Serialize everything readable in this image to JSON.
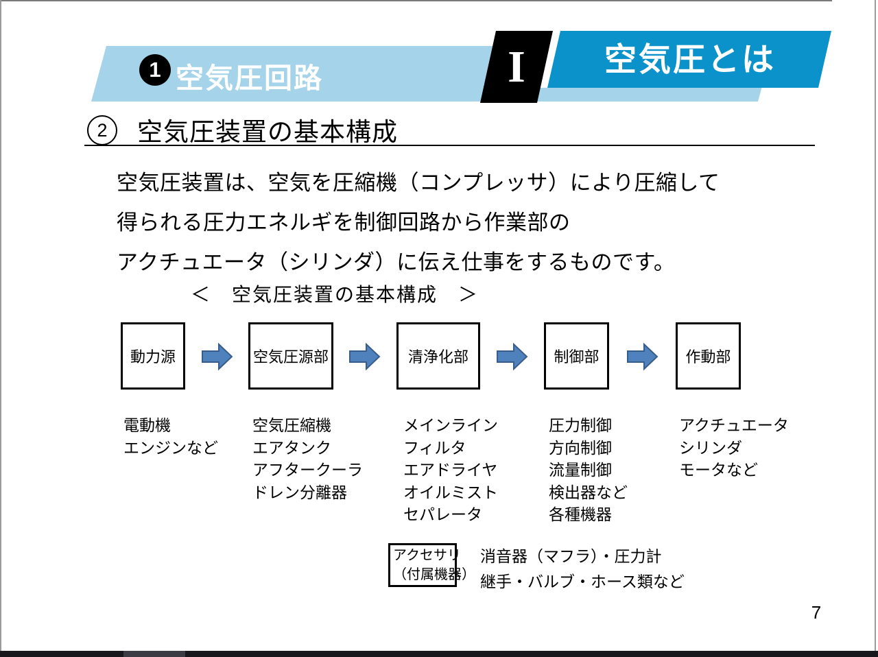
{
  "header": {
    "badge_number": "1",
    "left_title": "空気圧回路",
    "chapter_numeral": "I",
    "right_title": "空気圧とは",
    "colors": {
      "light_blue": "#a5d3e9",
      "dark_blue": "#0b92cb",
      "black": "#000000"
    }
  },
  "section": {
    "number": "2",
    "title": "空気圧装置の基本構成"
  },
  "body": {
    "line1": "空気圧装置は、空気を圧縮機（コンプレッサ）により圧縮して",
    "line2": "得られる圧力エネルギを制御回路から作業部の",
    "line3": "アクチュエータ（シリンダ）に伝え仕事をするものです。"
  },
  "diagram": {
    "caption": "＜　空気圧装置の基本構成　＞",
    "arrow_fill": "#4f81bd",
    "arrow_border": "#385d8a",
    "stages": [
      {
        "box": "動力源",
        "items": [
          "電動機",
          "エンジンなど"
        ]
      },
      {
        "box": "空気圧源部",
        "items": [
          "空気圧縮機",
          "エアタンク",
          "アフタークーラ",
          "ドレン分離器"
        ]
      },
      {
        "box": "清浄化部",
        "items": [
          "メインライン",
          "フィルタ",
          "エアドライヤ",
          "オイルミスト",
          "セパレータ"
        ]
      },
      {
        "box": "制御部",
        "items": [
          "圧力制御",
          "方向制御",
          "流量制御",
          "検出器など",
          "各種機器"
        ]
      },
      {
        "box": "作動部",
        "items": [
          "アクチュエータ",
          "シリンダ",
          "モータなど"
        ]
      }
    ],
    "accessory": {
      "box_line1": "アクセサリ",
      "box_line2": "（付属機器）",
      "desc_line1": "消音器（マフラ）・圧力計",
      "desc_line2": "継手・バルブ・ホース類など"
    }
  },
  "page_number": "7"
}
